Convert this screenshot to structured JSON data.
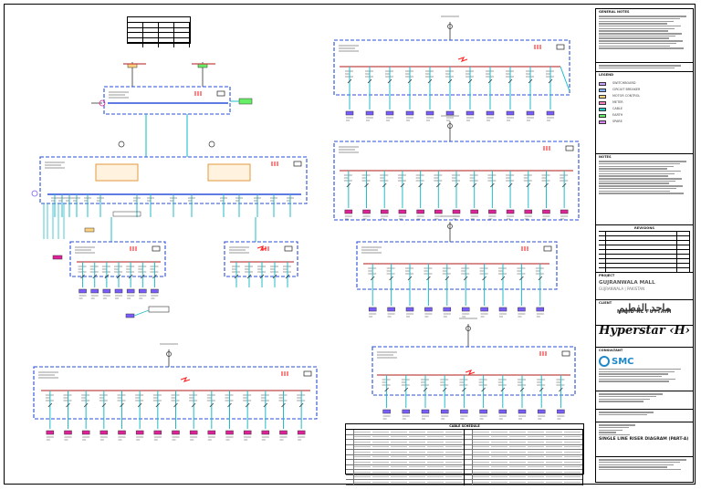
{
  "drawing": {
    "switchboards": [
      {
        "id": "ht",
        "label": "MAIN HT PANEL"
      },
      {
        "id": "mdb",
        "label": "MAIN LT PANEL"
      },
      {
        "id": "sdb-l",
        "label": "SMDB-1"
      },
      {
        "id": "sdb-r",
        "label": "SMDB-2"
      },
      {
        "id": "lower",
        "label": "MDB-4"
      },
      {
        "id": "r1",
        "label": "MDB-1"
      },
      {
        "id": "r2",
        "label": "MDB-2"
      },
      {
        "id": "r3",
        "label": "MDB-3"
      },
      {
        "id": "r4",
        "label": "MDB-5"
      }
    ]
  },
  "title_block": {
    "general_notes_title": "GENERAL NOTES",
    "legend_title": "LEGEND",
    "legend_items": [
      {
        "label": "SWITCHBOARD",
        "color": "#c9a0ff"
      },
      {
        "label": "CIRCUIT BREAKER",
        "color": "#7fb3ff"
      },
      {
        "label": "MOTOR CONTROL",
        "color": "#ffd27f"
      },
      {
        "label": "METER",
        "color": "#ff7fbf"
      },
      {
        "label": "CABLE",
        "color": "#22cccc"
      },
      {
        "label": "EARTH",
        "color": "#66ee66"
      },
      {
        "label": "SPARE",
        "color": "#e080ff"
      }
    ],
    "notes_title": "NOTES",
    "revisions_title": "REVISIONS",
    "project_label": "PROJECT",
    "project_name": "GUJRANWALA MALL",
    "project_location": "GUJRANWALA | PAKISTAN",
    "client_label": "CLIENT",
    "client_name_ar": "ماجد الفطيم",
    "client_name": "MAJID AL FUTTAIM",
    "brand": "Hyperstar",
    "consultant_label": "CONSULTANT",
    "consultant_name": "SMC",
    "drawing_title": "SINGLE LINE RISER DIAGRAM (PART-A)"
  },
  "schedule": {
    "title": "CABLE SCHEDULE"
  },
  "colors": {
    "panel_border": "#2a4fd6",
    "feeder": "#22bcc8",
    "busbar": "#c04848",
    "motor": "#e0219a",
    "breaker": "#7b5cff",
    "warning": "#ff2222"
  }
}
